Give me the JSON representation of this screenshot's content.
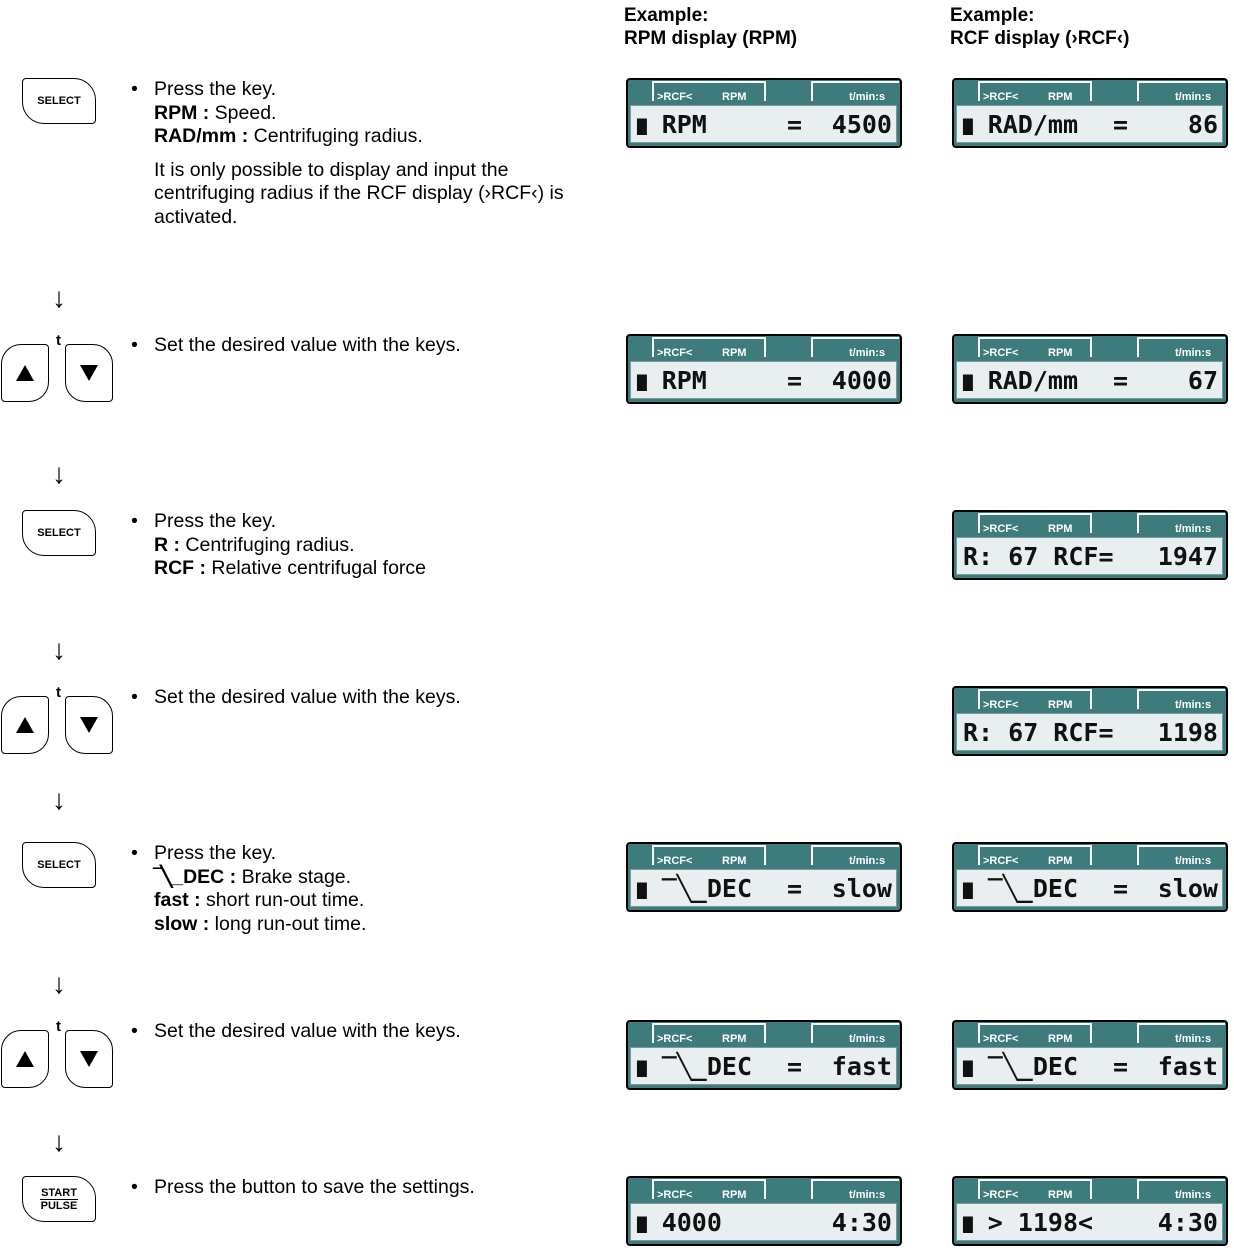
{
  "headers": {
    "col1": {
      "line1": "Example:",
      "line2": "RPM display (RPM)"
    },
    "col2": {
      "line1": "Example:",
      "line2": "RCF display (›RCF‹)"
    }
  },
  "lcd_tabs": {
    "tab1_a": ">RCF<",
    "tab1_b": "RPM",
    "tab2": "t/min:s"
  },
  "keys": {
    "select": "SELECT",
    "t": "t",
    "start": "START",
    "pulse": "PULSE"
  },
  "down_arrow": "↓",
  "bullet": "•",
  "steps": [
    {
      "lines": [
        {
          "text": "Press the key."
        },
        {
          "bold": "RPM :",
          "text": " Speed."
        },
        {
          "bold": "RAD/mm :",
          "text": " Centrifuging radius."
        }
      ],
      "note": "It is only possible to display and input the centrifuging radius if the RCF display (›RCF‹) is activated.",
      "lcd_rpm": {
        "mark": "▇",
        "left": "RPM",
        "mid": "=",
        "right": "4500"
      },
      "lcd_rcf": {
        "mark": "▇",
        "left": "RAD/mm",
        "mid": "=",
        "right": "86"
      }
    },
    {
      "lines": [
        {
          "text": "Set the desired value with the keys."
        }
      ],
      "lcd_rpm": {
        "mark": "▇",
        "left": "RPM",
        "mid": "=",
        "right": "4000"
      },
      "lcd_rcf": {
        "mark": "▇",
        "left": "RAD/mm",
        "mid": "=",
        "right": "67"
      }
    },
    {
      "lines": [
        {
          "text": "Press the key."
        },
        {
          "bold": "R :",
          "text": " Centrifuging radius."
        },
        {
          "bold": "RCF :",
          "text": " Relative centrifugal force"
        }
      ],
      "lcd_rcf": {
        "left": "R: 67 RCF=",
        "right": "1947"
      }
    },
    {
      "lines": [
        {
          "text": "Set the desired value with the keys."
        }
      ],
      "lcd_rcf": {
        "left": "R: 67 RCF=",
        "right": "1198"
      }
    },
    {
      "lines": [
        {
          "text": "Press the key."
        },
        {
          "bold": "‾╲_DEC :",
          "text": " Brake stage."
        },
        {
          "bold": "fast :",
          "text": " short run-out time."
        },
        {
          "bold": "slow :",
          "text": " long run-out time."
        }
      ],
      "lcd_rpm": {
        "mark": "▇",
        "left": "‾╲_DEC",
        "mid": "=",
        "right": "slow"
      },
      "lcd_rcf": {
        "mark": "▇",
        "left": "‾╲_DEC",
        "mid": "=",
        "right": "slow"
      }
    },
    {
      "lines": [
        {
          "text": "Set the desired value with the keys."
        }
      ],
      "lcd_rpm": {
        "mark": "▇",
        "left": "‾╲_DEC",
        "mid": "=",
        "right": "fast"
      },
      "lcd_rcf": {
        "mark": "▇",
        "left": "‾╲_DEC",
        "mid": "=",
        "right": "fast"
      }
    },
    {
      "lines": [
        {
          "text": "Press the button to save the settings."
        }
      ],
      "lcd_rpm": {
        "mark": "▇",
        "left": "4000",
        "right": "4:30"
      },
      "lcd_rcf": {
        "mark": "▇",
        "left": "> 1198<",
        "right": "4:30"
      }
    }
  ]
}
